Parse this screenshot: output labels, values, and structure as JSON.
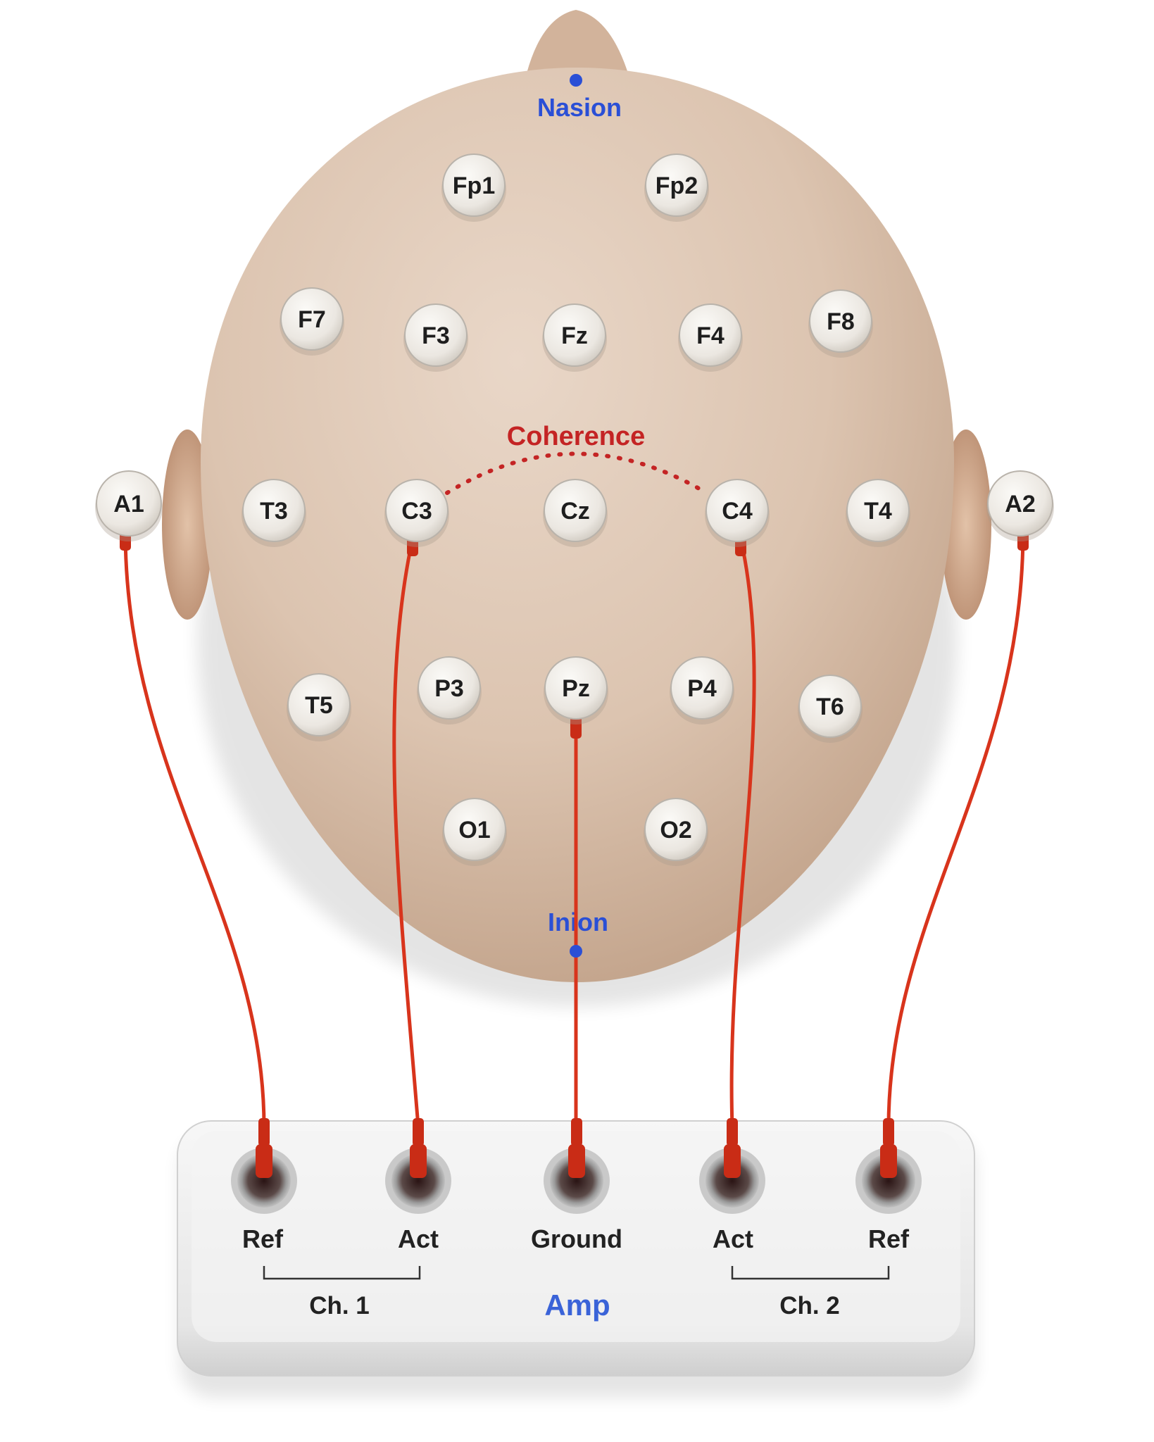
{
  "colors": {
    "skin": "#dcc4b0",
    "skin_dark": "#c7a991",
    "electrode": "#eeebe6",
    "electrode_rim": "#b9b3ab",
    "wire": "#d8341c",
    "landmark": "#2a4fd6",
    "coherence": "#c42424",
    "amp_body": "#ebebeb",
    "amp_text": "#222222",
    "amp_title": "#3a63d8"
  },
  "landmarks": {
    "nasion": "Nasion",
    "inion": "Inion"
  },
  "coherence": {
    "label": "Coherence"
  },
  "electrodes": {
    "fp1": "Fp1",
    "fp2": "Fp2",
    "f7": "F7",
    "f3": "F3",
    "fz": "Fz",
    "f4": "F4",
    "f8": "F8",
    "a1": "A1",
    "t3": "T3",
    "c3": "C3",
    "cz": "Cz",
    "c4": "C4",
    "t4": "T4",
    "a2": "A2",
    "t5": "T5",
    "p3": "P3",
    "pz": "Pz",
    "p4": "P4",
    "t6": "T6",
    "o1": "O1",
    "o2": "O2"
  },
  "amp": {
    "title": "Amp",
    "ports": {
      "ref1": "Ref",
      "act1": "Act",
      "ground": "Ground",
      "act2": "Act",
      "ref2": "Ref"
    },
    "channels": {
      "ch1": "Ch. 1",
      "ch2": "Ch. 2"
    }
  }
}
